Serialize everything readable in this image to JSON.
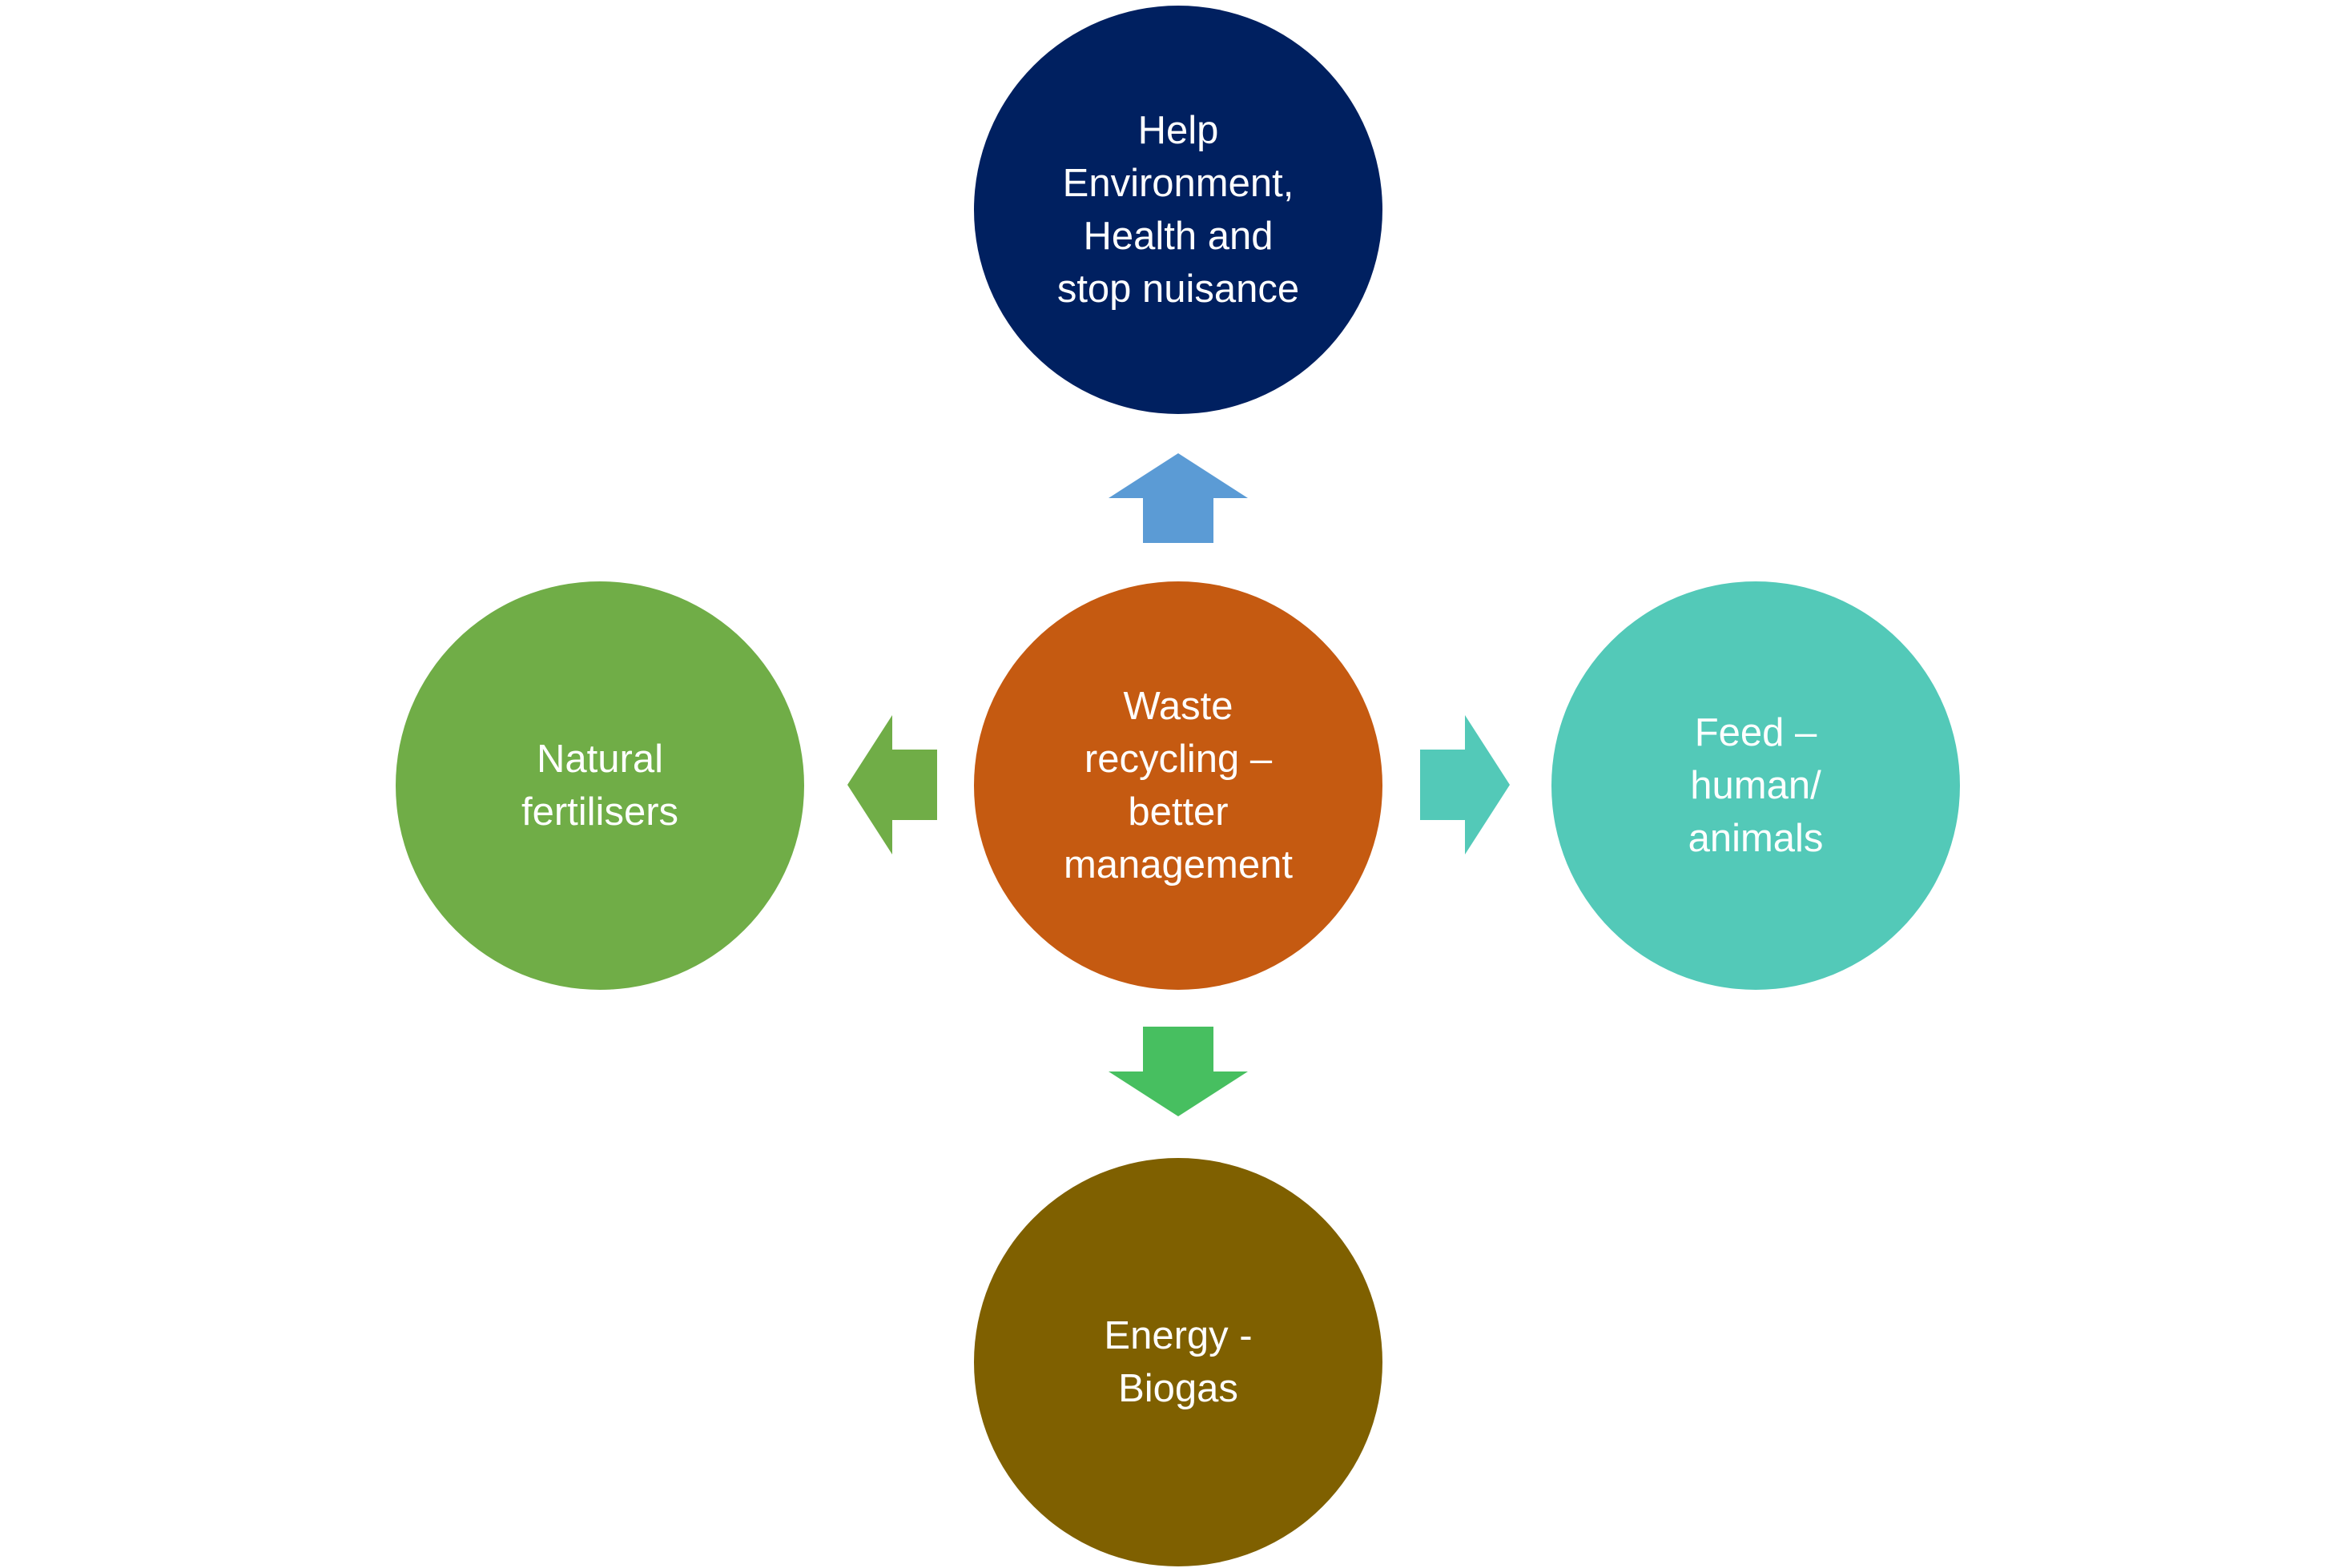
{
  "nodes": {
    "center": {
      "label": "Waste\nrecycling –\nbetter\nmanagement",
      "color": "#c55a11"
    },
    "top": {
      "label": "Help\nEnvironment,\nHealth and\nstop nuisance",
      "color": "#002060"
    },
    "left": {
      "label": "Natural\nfertilisers",
      "color": "#70ad47"
    },
    "right": {
      "label": "Feed –\nhuman/\nanimals",
      "color": "#53c9b8"
    },
    "bottom": {
      "label": "Energy -\nBiogas",
      "color": "#7f6000"
    }
  },
  "arrows": {
    "up": {
      "color": "#5b9bd5",
      "icon": "arrow-up-icon"
    },
    "left": {
      "color": "#70ad47",
      "icon": "arrow-left-icon"
    },
    "right": {
      "color": "#53c9b8",
      "icon": "arrow-right-icon"
    },
    "down": {
      "color": "#47bf60",
      "icon": "arrow-down-icon"
    }
  }
}
